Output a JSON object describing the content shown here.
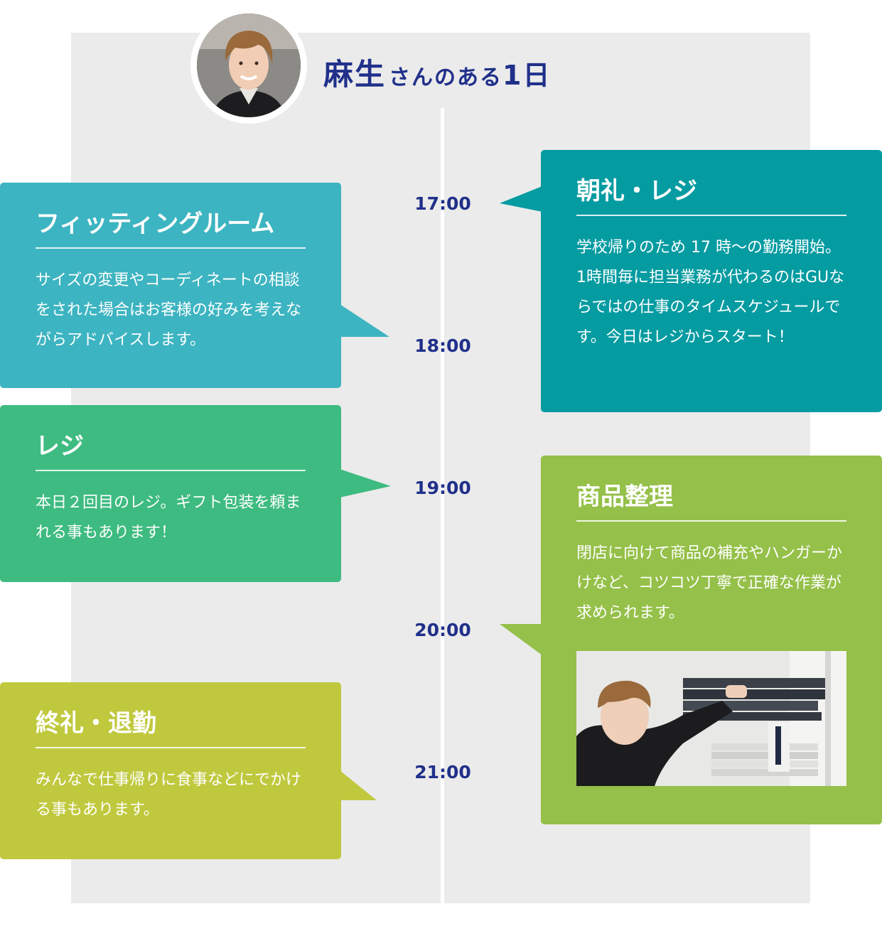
{
  "header": {
    "name": "麻生",
    "suffix": "さんのある",
    "tail": "1日"
  },
  "times": [
    "17:00",
    "18:00",
    "19:00",
    "20:00",
    "21:00"
  ],
  "cards": {
    "fitting": {
      "title": "フィッティングルーム",
      "body": "サイズの変更やコーディネートの相談をされた場合はお客様の好みを考えながらアドバイスします。"
    },
    "morning": {
      "title": "朝礼・レジ",
      "body": "学校帰りのため 17 時〜の勤務開始。1時間毎に担当業務が代わるのはGUならではの仕事のタイムスケジュールです。今日はレジからスタート！"
    },
    "register": {
      "title": "レジ",
      "body": "本日２回目のレジ。ギフト包装を頼まれる事もあります！"
    },
    "products": {
      "title": "商品整理",
      "body": "閉店に向けて商品の補充やハンガーかけなど、コツコツ丁寧で正確な作業が求められます。"
    },
    "closing": {
      "title": "終礼・退勤",
      "body": "みんなで仕事帰りに食事などにでかける事もあります。"
    }
  },
  "colors": {
    "navy": "#20308a",
    "panel": "#ebebeb",
    "teal_light": "#3db4c1",
    "teal_dark": "#049ba1",
    "green": "#3ebb80",
    "lime": "#95c049",
    "olive": "#c0c93e"
  }
}
